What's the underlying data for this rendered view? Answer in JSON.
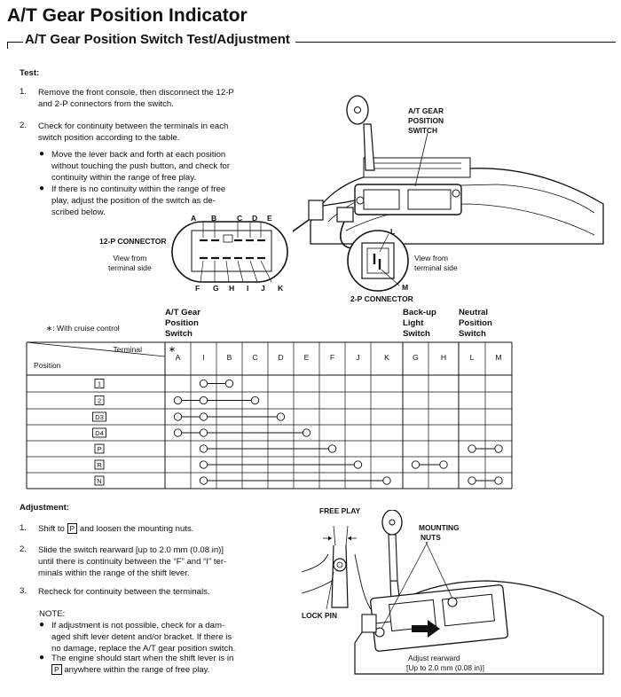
{
  "header": {
    "title": "A/T Gear Position Indicator",
    "section": "A/T Gear Position Switch Test/Adjustment"
  },
  "test": {
    "heading": "Test:",
    "step1_num": "1.",
    "step1": [
      "Remove the front console, then disconnect the 12-P",
      "and 2-P connectors from the switch."
    ],
    "step2_num": "2.",
    "step2": [
      "Check for continuity between the terminals in each",
      "switch position according to the table."
    ],
    "bullet1": [
      "Move the lever back and forth at each position",
      "without touching the push button, and check for",
      "continuity within the range of free play."
    ],
    "bullet2": [
      "If there is no continuity within the range of free",
      "play, adjust the position of the switch as de-",
      "scribed below."
    ]
  },
  "diagram1": {
    "switch_label": [
      "A/T GEAR",
      "POSITION",
      "SWITCH"
    ],
    "connector12_label": "12-P CONNECTOR",
    "view_left": [
      "View from",
      "terminal side"
    ],
    "view_right": [
      "View from",
      "terminal side"
    ],
    "connector2_label": "2-P CONNECTOR",
    "top_letters": [
      "A",
      "B",
      "C",
      "D",
      "E"
    ],
    "bottom_letters": [
      "F",
      "G",
      "H",
      "I",
      "J",
      "K"
    ],
    "pin_L": "L",
    "pin_M": "M"
  },
  "table": {
    "legend": "∗: With cruise control",
    "group_switch": [
      "A/T Gear",
      "Position",
      "Switch"
    ],
    "group_backup": [
      "Back-up",
      "Light",
      "Switch"
    ],
    "group_neutral": [
      "Neutral",
      "Position",
      "Switch"
    ],
    "terminal_label": "Terminal",
    "position_label": "Position",
    "star": "∗",
    "columns": [
      "A",
      "I",
      "B",
      "C",
      "D",
      "E",
      "F",
      "J",
      "K",
      "G",
      "H",
      "L",
      "M"
    ],
    "rows": [
      {
        "position": "1",
        "links": [
          [
            1,
            2
          ]
        ]
      },
      {
        "position": "2",
        "links": [
          [
            0,
            1,
            3
          ]
        ]
      },
      {
        "position": "D3",
        "links": [
          [
            0,
            1,
            4
          ]
        ]
      },
      {
        "position": "D4",
        "links": [
          [
            0,
            1,
            5
          ]
        ]
      },
      {
        "position": "P",
        "links": [
          [
            1,
            6
          ],
          [
            11,
            12
          ]
        ]
      },
      {
        "position": "R",
        "links": [
          [
            1,
            7
          ],
          [
            9,
            10
          ]
        ]
      },
      {
        "position": "N",
        "links": [
          [
            1,
            8
          ],
          [
            11,
            12
          ]
        ]
      }
    ]
  },
  "adjustment": {
    "heading": "Adjustment:",
    "step1_num": "1.",
    "step1_a": "Shift to",
    "step1_box": "P",
    "step1_b": "and loosen the mounting nuts.",
    "step2_num": "2.",
    "step2": [
      "Slide the switch rearward [up to 2.0 mm (0.08 in)]",
      "until there is continuity between the “F” and “I” ter-",
      "minals within the range of the shift lever."
    ],
    "step3_num": "3.",
    "step3": "Recheck for continuity between the terminals.",
    "note_heading": "NOTE:",
    "note1": [
      "If adjustment is not possible, check for a dam-",
      "aged shift lever detent and/or bracket. If there is",
      "no damage, replace the A/T gear position switch."
    ],
    "note2_a": [
      "The engine should start when the shift lever is in"
    ],
    "note2_box": "P",
    "note2_b": "anywhere within the range of free play."
  },
  "diagram2": {
    "free_play": "FREE PLAY",
    "lock_pin": "LOCK PIN",
    "mounting_nuts": [
      "MOUNTING",
      "NUTS"
    ],
    "adjust": [
      "Adjust rearward",
      "[Up to 2.0 mm (0.08 in)]"
    ]
  }
}
